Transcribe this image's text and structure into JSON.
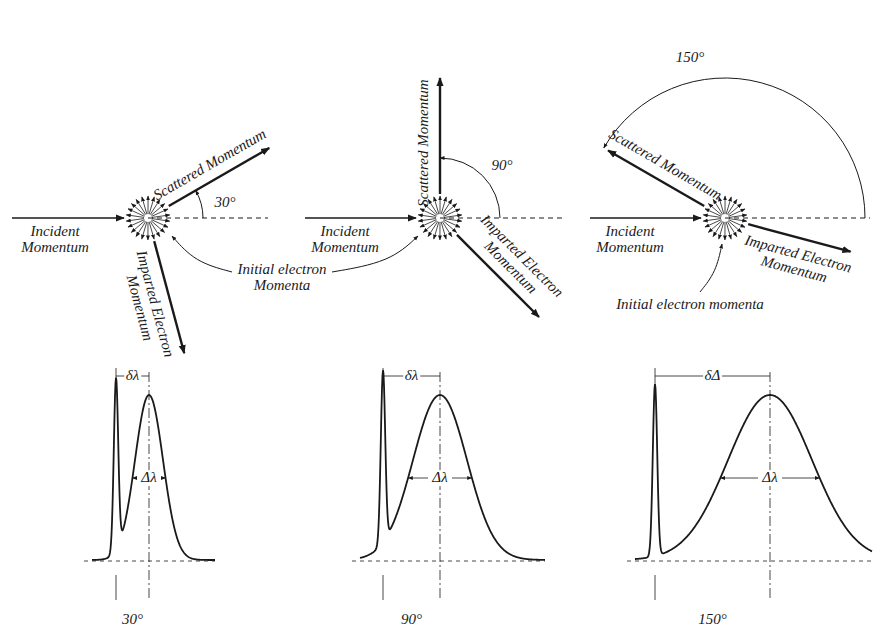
{
  "diagram": {
    "labels": [
      "Incident Momentum",
      "Scattered Momentum",
      "30°",
      "Imparted Electron Momentum",
      "Initial electron Momenta",
      "Scattered Momentum",
      "90°",
      "Incident Momentum",
      "Imparted Electron Momentum",
      "150°",
      "Scattered Momentum",
      "Incident Momentum",
      "Imparted Electron Momentum",
      "Initial electron momenta",
      "δλ",
      "Δλ",
      "30°",
      "δλ",
      "Δλ",
      "90°",
      "δΔ",
      "Δλ",
      "150°"
    ]
  }
}
